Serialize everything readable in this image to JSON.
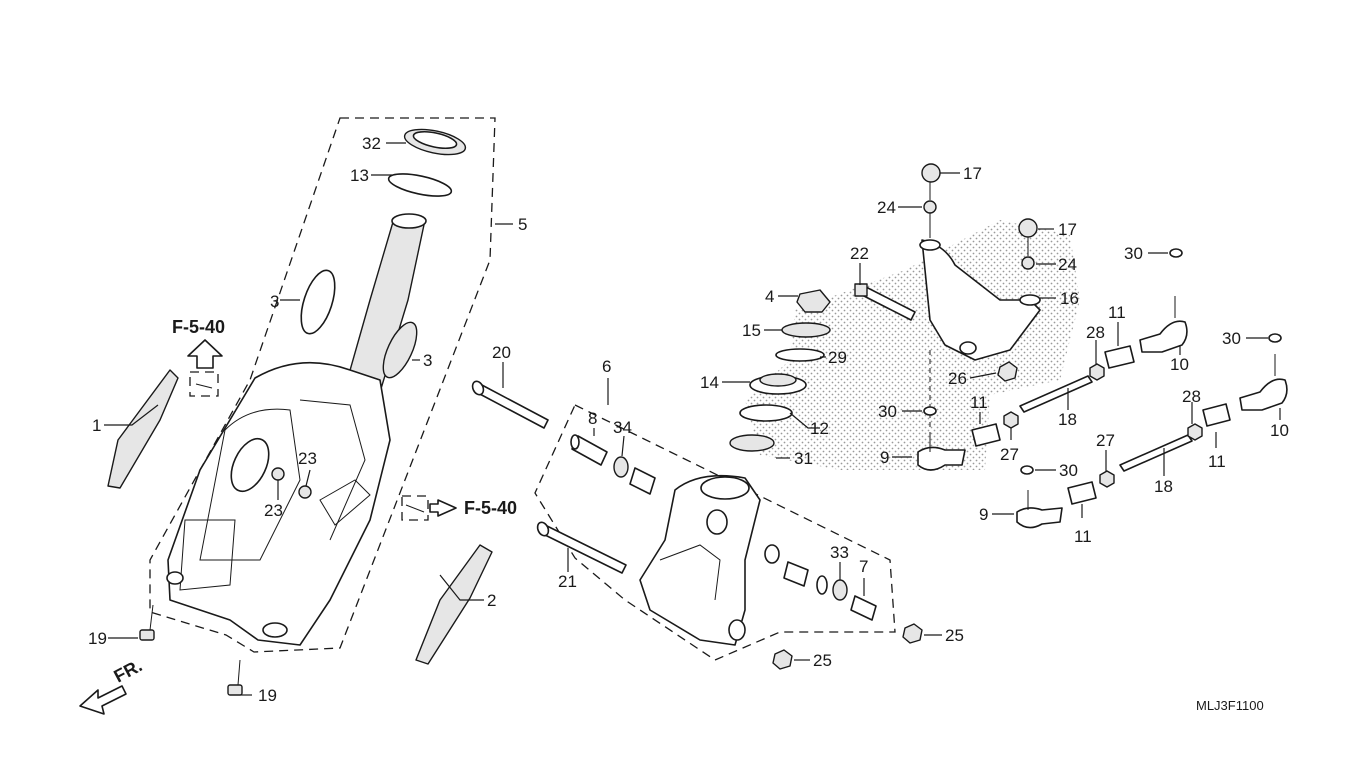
{
  "diagram": {
    "code": "MLJ3F1100",
    "front_marker": "FR.",
    "refs": [
      "F-5-40",
      "F-5-40"
    ],
    "callouts": [
      "1",
      "2",
      "3",
      "3",
      "4",
      "5",
      "6",
      "7",
      "8",
      "9",
      "9",
      "10",
      "10",
      "11",
      "11",
      "11",
      "11",
      "12",
      "13",
      "14",
      "15",
      "16",
      "17",
      "17",
      "18",
      "18",
      "19",
      "19",
      "20",
      "21",
      "22",
      "23",
      "23",
      "24",
      "24",
      "25",
      "25",
      "26",
      "27",
      "27",
      "28",
      "28",
      "29",
      "30",
      "30",
      "30",
      "30",
      "31",
      "32",
      "33",
      "34"
    ]
  }
}
